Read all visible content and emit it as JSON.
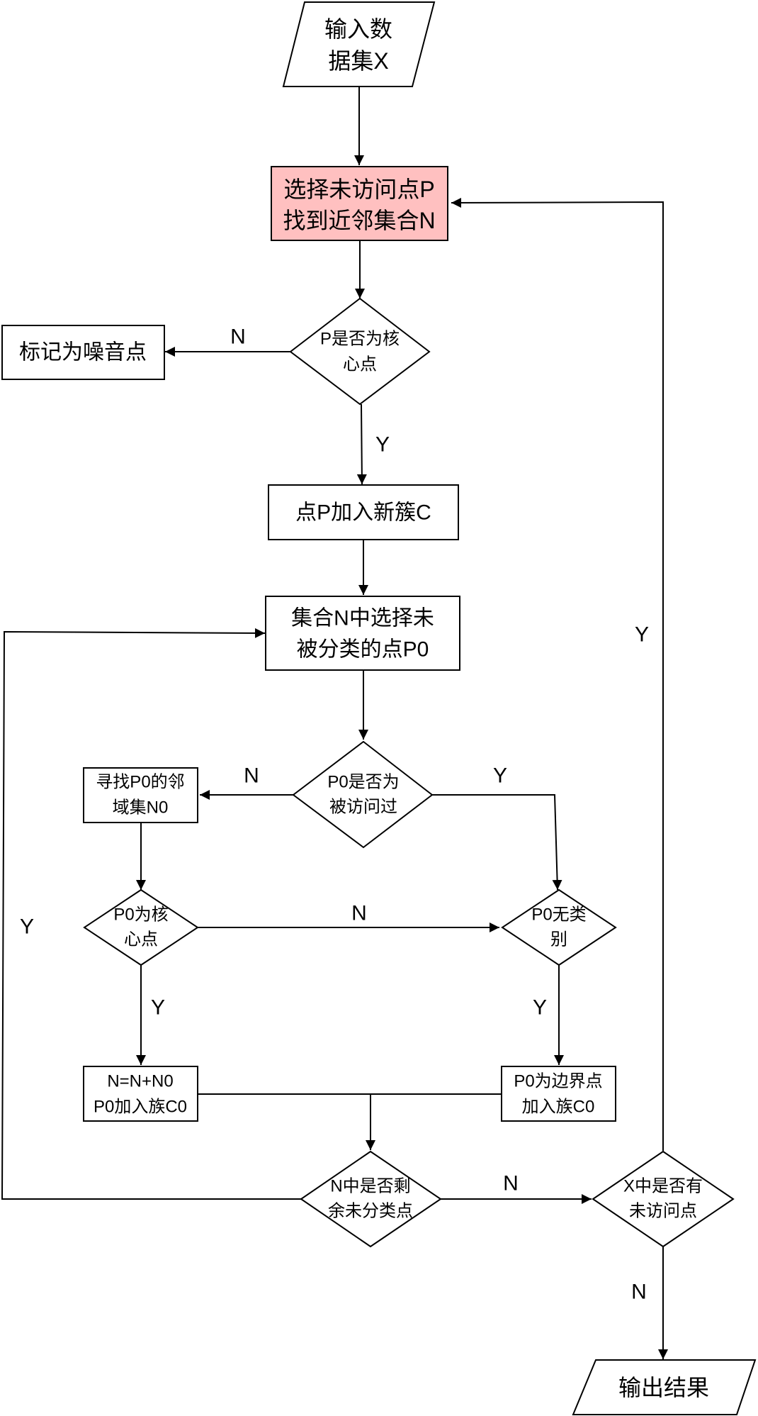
{
  "nodes": {
    "input": [
      "输入数",
      "据集X"
    ],
    "select": [
      "选择未访问点P",
      "找到近邻集合N"
    ],
    "is_core": [
      "P是否为核",
      "心点"
    ],
    "noise": [
      "标记为噪音点"
    ],
    "new_cluster": [
      "点P加入新簇C"
    ],
    "select_n": [
      "集合N中选择未",
      "被分类的点P0"
    ],
    "visited": [
      "P0是否为",
      "被访问过"
    ],
    "find_nbr": [
      "寻找P0的邻",
      "域集N0"
    ],
    "p0_core": [
      "P0为核",
      "心点"
    ],
    "no_class": [
      "P0无类",
      "别"
    ],
    "merge": [
      "N=N+N0",
      "P0加入族C0"
    ],
    "border": [
      "P0为边界点",
      "加入族C0"
    ],
    "remain": [
      "N中是否剩",
      "余未分类点"
    ],
    "x_unvisited": [
      "X中是否有",
      "未访问点"
    ],
    "output": [
      "输出结果"
    ]
  },
  "edge_labels": {
    "core_n": "N",
    "core_y": "Y",
    "visited_n": "N",
    "visited_y": "Y",
    "p0core_n": "N",
    "p0core_y": "Y",
    "noclass_y": "Y",
    "remain_y": "Y",
    "remain_n": "N",
    "x_y": "Y",
    "x_n": "N"
  },
  "colors": {
    "highlight": "#ffc0c0",
    "stroke": "#000000"
  }
}
